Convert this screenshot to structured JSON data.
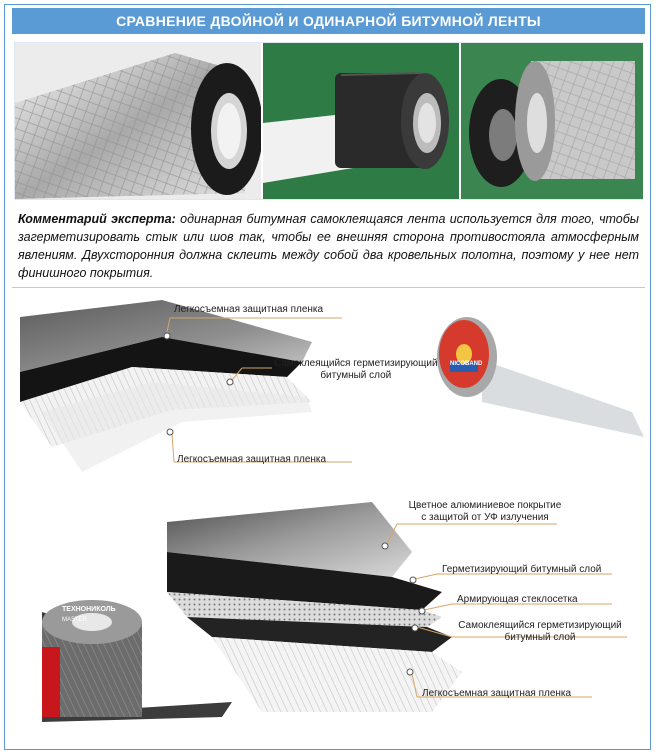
{
  "header": {
    "title": "СРАВНЕНИЕ ДВОЙНОЙ И ОДИНАРНОЙ БИТУМНОЙ ЛЕНТЫ"
  },
  "comment": {
    "lead": "Комментарий эксперта:",
    "text": " одинарная битумная самоклеящаяся лента используется для того, чтобы загерметизировать стык или шов так, чтобы ее внешняя сторона противостояла атмосферным явлениям. Двухсторонния должна склеить между собой два кровельных полотна, поэтому у нее нет финишного покрытия."
  },
  "top_diagram": {
    "label_top": "Легкосъемная защитная пленка",
    "label_mid_1": "Самоклеящийся герметизирующий",
    "label_mid_2": "битумный слой",
    "label_bottom": "Легкосъемная защитная пленка",
    "brand": "NICOBAND"
  },
  "bottom_diagram": {
    "label_1a": "Цветное алюминиевое покрытие",
    "label_1b": "с защитой от УФ излучения",
    "label_2": "Герметизирующий битумный слой",
    "label_3": "Армирующая стеклосетка",
    "label_4a": "Самоклеящийся герметизирующий",
    "label_4b": "битумный слой",
    "label_5": "Легкосъемная защитная пленка",
    "brand_tn": "ТЕХНОНИКОЛЬ",
    "brand_sub": "MASTER"
  }
}
